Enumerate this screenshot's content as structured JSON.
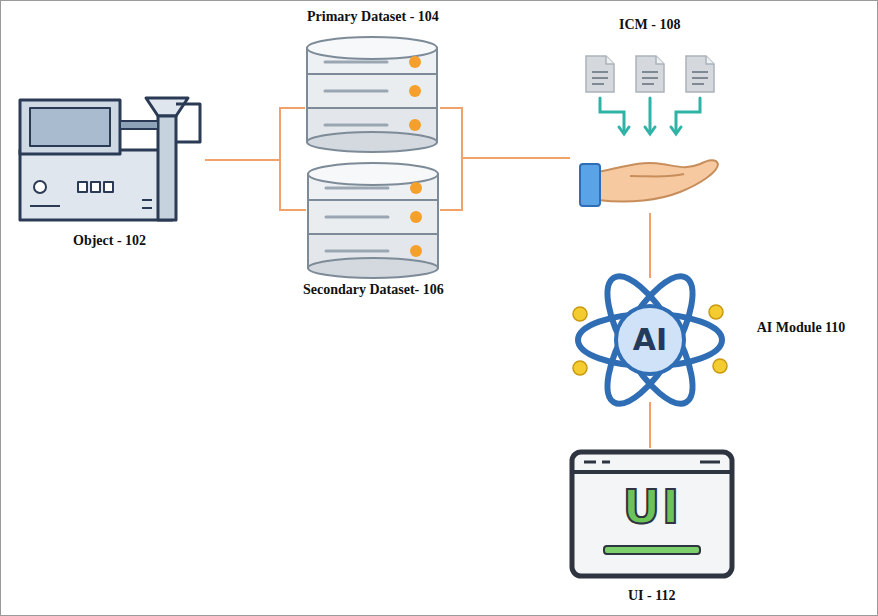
{
  "diagram": {
    "nodes": [
      {
        "text": [
          "Object - 102"
        ]
      },
      {
        "text": [
          "Primary Dataset - 104"
        ]
      },
      {
        "text": [
          "Secondary Dataset- 106"
        ]
      },
      {
        "text": [
          "ICM - 108"
        ]
      },
      {
        "text": [
          "AI",
          "AI Module 110"
        ]
      },
      {
        "text": [
          "UI",
          "UI - 112"
        ]
      }
    ],
    "edges": [
      {
        "from": 0,
        "to": 1,
        "arrow": "none"
      },
      {
        "from": 0,
        "to": 2,
        "arrow": "none"
      },
      {
        "from": 1,
        "to": 3,
        "arrow": "none"
      },
      {
        "from": 2,
        "to": 3,
        "arrow": "none"
      },
      {
        "from": 3,
        "to": 4,
        "arrow": "none"
      },
      {
        "from": 4,
        "to": 5,
        "arrow": "none"
      }
    ]
  }
}
